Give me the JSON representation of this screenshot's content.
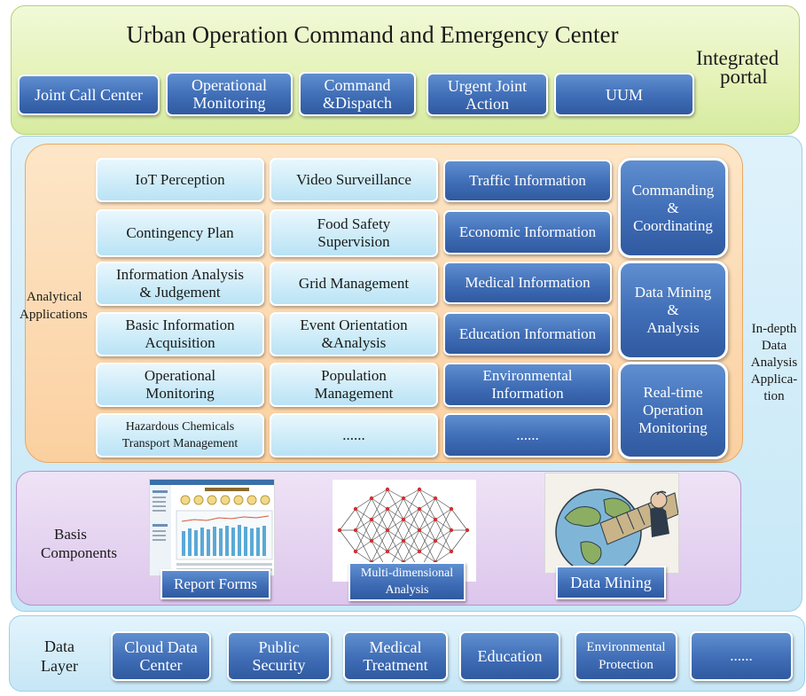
{
  "portal": {
    "title": "Urban Operation Command and Emergency Center",
    "side_label_1": "Integrated",
    "side_label_2": "portal",
    "items": [
      {
        "l1": "Joint Call Center",
        "l2": ""
      },
      {
        "l1": "Operational",
        "l2": "Monitoring"
      },
      {
        "l1": "Command",
        "l2": "&Dispatch"
      },
      {
        "l1": "Urgent Joint",
        "l2": "Action"
      },
      {
        "l1": "UUM",
        "l2": ""
      }
    ]
  },
  "analytical": {
    "side_label_1": "Analytical",
    "side_label_2": "Applications",
    "col1": [
      {
        "l1": "IoT Perception",
        "l2": ""
      },
      {
        "l1": "Contingency Plan",
        "l2": ""
      },
      {
        "l1": "Information Analysis",
        "l2": "& Judgement"
      },
      {
        "l1": "Basic Information",
        "l2": "Acquisition"
      },
      {
        "l1": "Operational",
        "l2": "Monitoring"
      },
      {
        "l1": "Hazardous Chemicals",
        "l2": "Transport Management"
      }
    ],
    "col2": [
      {
        "l1": "Video Surveillance",
        "l2": ""
      },
      {
        "l1": "Food Safety",
        "l2": "Supervision"
      },
      {
        "l1": "Grid Management",
        "l2": ""
      },
      {
        "l1": "Event Orientation",
        "l2": "&Analysis"
      },
      {
        "l1": "Population",
        "l2": "Management"
      },
      {
        "l1": "......",
        "l2": ""
      }
    ],
    "col3": [
      {
        "l1": "Traffic Information",
        "l2": ""
      },
      {
        "l1": "Economic Information",
        "l2": ""
      },
      {
        "l1": "Medical Information",
        "l2": ""
      },
      {
        "l1": "Education Information",
        "l2": ""
      },
      {
        "l1": "Environmental",
        "l2": "Information"
      },
      {
        "l1": "......",
        "l2": ""
      }
    ],
    "right": [
      {
        "l1": "Commanding",
        "l2": "&",
        "l3": "Coordinating"
      },
      {
        "l1": "Data Mining",
        "l2": "&",
        "l3": "Analysis"
      },
      {
        "l1": "Real-time",
        "l2": "Operation",
        "l3": "Monitoring"
      }
    ]
  },
  "indepth": {
    "l1": "In-depth",
    "l2": "Data",
    "l3": "Analysis",
    "l4": "Applica-",
    "l5": "tion"
  },
  "basis": {
    "side_label_1": "Basis",
    "side_label_2": "Components",
    "items": [
      {
        "l1": "Report Forms",
        "l2": ""
      },
      {
        "l1": "Multi-dimensional",
        "l2": "Analysis"
      },
      {
        "l1": "Data Mining",
        "l2": ""
      }
    ]
  },
  "datalayer": {
    "side_label_1": "Data",
    "side_label_2": "Layer",
    "items": [
      {
        "l1": "Cloud Data",
        "l2": "Center"
      },
      {
        "l1": "Public",
        "l2": "Security"
      },
      {
        "l1": "Medical",
        "l2": "Treatment"
      },
      {
        "l1": "Education",
        "l2": ""
      },
      {
        "l1": "Environmental",
        "l2": "Protection"
      },
      {
        "l1": "......",
        "l2": ""
      }
    ]
  },
  "colors": {
    "dark_box": "#3f6db6",
    "light_box": "#b9e3f5",
    "portal_band": "#e4f2b6",
    "analytical_band": "#fbd0a0",
    "basis_band": "#dcc6ec",
    "blue_band": "#c7e8f7"
  }
}
